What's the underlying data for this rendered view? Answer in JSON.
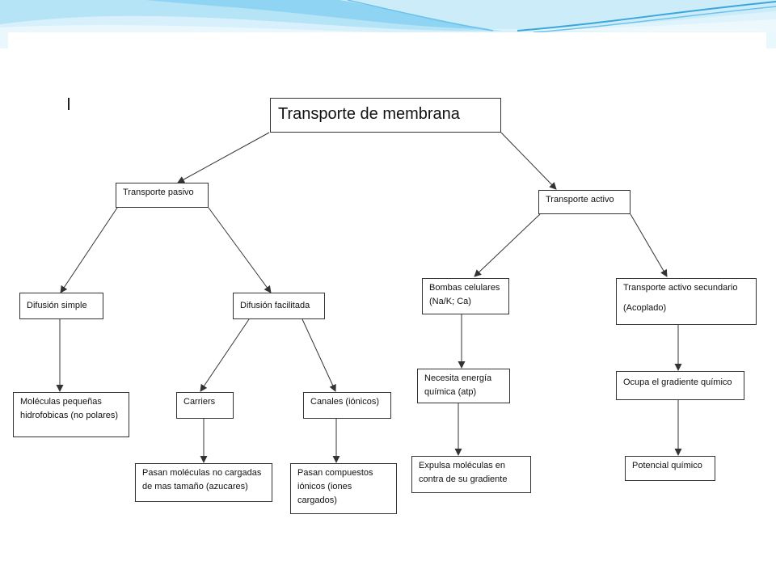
{
  "diagram": {
    "root": "Transporte de membrana",
    "passive": "Transporte pasivo",
    "active": "Transporte activo",
    "simple_diffusion": "Difusión simple",
    "facilitated_diffusion": "Difusión facilitada",
    "small_molecules": [
      "Moléculas pequeñas",
      "hidrofobicas (no polares)"
    ],
    "carriers": "Carriers",
    "channels": "Canales  (iónicos)",
    "carriers_desc": [
      "Pasan moléculas no cargadas",
      "de mas tamaño (azucares)"
    ],
    "channels_desc": [
      "Pasan compuestos",
      "iónicos (iones",
      "cargados)"
    ],
    "pumps": [
      "Bombas celulares",
      "(Na/K; Ca)"
    ],
    "secondary_active": [
      "Transporte activo secundario",
      "(Acoplado)"
    ],
    "needs_energy": [
      "Necesita energía",
      "química (atp)"
    ],
    "expels": [
      "Expulsa moléculas en",
      "contra de su gradiente"
    ],
    "uses_gradient": "Ocupa el gradiente químico",
    "chemical_potential": "Potencial químico"
  },
  "colors": {
    "wave_light": "#d7f0fb",
    "wave_mid": "#8fd4f2",
    "wave_deep": "#3aa6da",
    "line": "#333333"
  }
}
